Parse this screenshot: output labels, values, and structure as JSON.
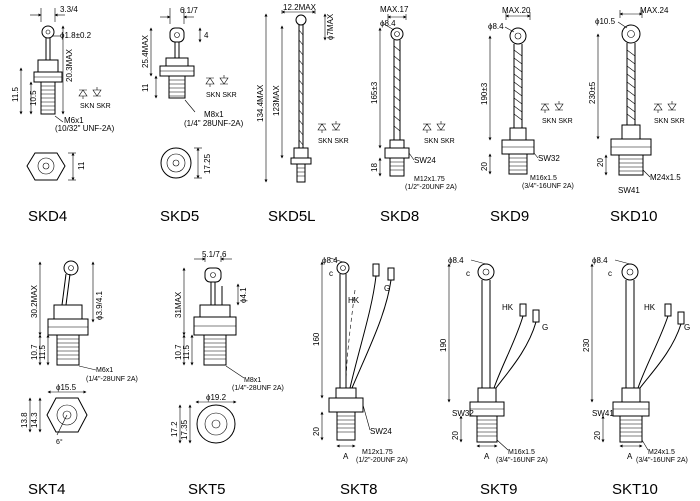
{
  "labels": {
    "skd4": "SKD4",
    "skd5": "SKD5",
    "skd5l": "SKD5L",
    "skd8": "SKD8",
    "skd9": "SKD9",
    "skd10": "SKD10",
    "skt4": "SKT4",
    "skt5": "SKT5",
    "skt8": "SKT8",
    "skt9": "SKT9",
    "skt10": "SKT10"
  },
  "skd4": {
    "d1": "3.3/4",
    "d2": "ϕ1.8±0.2",
    "d3": "20.3MAX",
    "d4": "11.5",
    "d5": "10.5",
    "thread": "M6x1",
    "thread2": "(10/32\" UNF-2A)",
    "sym": "SKN SKR",
    "hex": "11"
  },
  "skd5": {
    "d1": "6.1/7",
    "d2": "4",
    "d3": "25.4MAX",
    "d4": "11",
    "thread": "M8x1",
    "thread2": "(1/4\" 28UNF-2A)",
    "sym": "SKN SKR",
    "hex": "17.25"
  },
  "skd5l": {
    "d1": "12.2MAX",
    "d2": "ϕ7MAX",
    "d3": "134.4MAX",
    "d4": "123MAX",
    "sym": "SKN SKR"
  },
  "skd8": {
    "d1": "MAX.17",
    "d2": "ϕ8.4",
    "d3": "165±3",
    "d4": "18",
    "sw": "SW24",
    "thread": "M12x1.75",
    "thread2": "(1/2\"-20UNF 2A)",
    "sym": "SKN SKR"
  },
  "skd9": {
    "d1": "MAX.20",
    "d2": "ϕ8.4",
    "d3": "190±3",
    "d4": "20",
    "sw": "SW32",
    "thread": "M16x1.5",
    "thread2": "(3/4\"-16UNF 2A)",
    "sym": "SKN SKR"
  },
  "skd10": {
    "d1": "MAX.24",
    "d2": "ϕ10.5",
    "d3": "230±5",
    "d4": "20",
    "sw": "SW41",
    "thread": "M24x1.5",
    "sym": "SKN SKR"
  },
  "skt4": {
    "d1": "30.2MAX",
    "d2": "ϕ3.9/4.1",
    "d3": "10.7",
    "d4": "11.5",
    "thread": "M6x1",
    "thread2": "(1/4\"-28UNF 2A)",
    "dia": "ϕ15.5",
    "h1": "13.8",
    "h2": "14.3",
    "ang": "6°"
  },
  "skt5": {
    "d1": "5.1/7.6",
    "d2": "31MAX",
    "d3": "ϕ4.1",
    "d4": "10.7",
    "d5": "11.5",
    "thread": "M8x1",
    "thread2": "(1/4\"-28UNF 2A)",
    "dia": "ϕ19.2",
    "h1": "17.2",
    "h2": "17.35"
  },
  "skt8": {
    "d1": "ϕ8.4",
    "c": "c",
    "hk": "HK",
    "g": "G",
    "len": "160",
    "d2": "20",
    "sw": "SW24",
    "a": "A",
    "thread": "M12x1.75",
    "thread2": "(1/2\"-20UNF 2A)"
  },
  "skt9": {
    "d1": "ϕ8.4",
    "c": "c",
    "hk": "HK",
    "g": "G",
    "len": "190",
    "d2": "20",
    "sw": "SW32",
    "a": "A",
    "thread": "M16x1.5",
    "thread2": "(3/4\"-16UNF 2A)"
  },
  "skt10": {
    "d1": "ϕ8.4",
    "c": "c",
    "hk": "HK",
    "g": "G",
    "len": "230",
    "d2": "20",
    "sw": "SW41",
    "a": "A",
    "thread": "M24x1.5",
    "thread2": "(3/4\"-16UNF 2A)"
  }
}
